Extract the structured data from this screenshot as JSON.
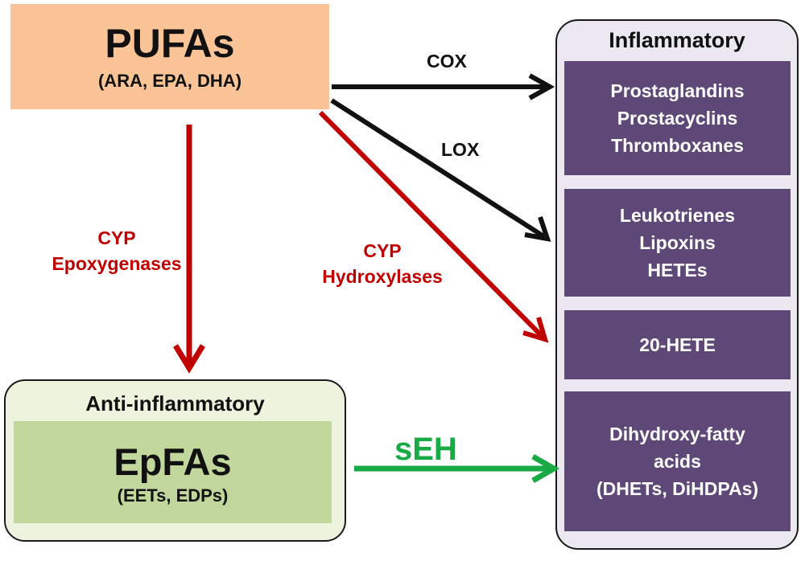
{
  "pufa": {
    "title": "PUFAs",
    "subtitle": "(ARA, EPA, DHA)"
  },
  "inflammatory": {
    "title": "Inflammatory",
    "boxes": [
      {
        "lines": [
          "Prostaglandins",
          "Prostacyclins",
          "Thromboxanes"
        ]
      },
      {
        "lines": [
          "Leukotrienes",
          "Lipoxins",
          "HETEs"
        ]
      },
      {
        "lines": [
          "20-HETE"
        ]
      },
      {
        "lines": [
          "Dihydroxy-fatty",
          "acids",
          "(DHETs, DiHDPAs)"
        ]
      }
    ]
  },
  "anti": {
    "title": "Anti-inflammatory"
  },
  "epfa": {
    "title": "EpFAs",
    "subtitle": "(EETs, EDPs)"
  },
  "pathways": {
    "cox": "COX",
    "lox": "LOX",
    "cyp_epoxygenases": [
      "CYP",
      "Epoxygenases"
    ],
    "cyp_hydroxylases": [
      "CYP",
      "Hydroxylases"
    ],
    "seh": "sEH"
  },
  "colors": {
    "pufa_box": "#fbc496",
    "inflammatory_box": "#5e4877",
    "epfa_box": "#c1d79c",
    "cyp_arrow": "#c00000",
    "seh_arrow": "#1aaa45",
    "enzyme_arrow": "#111111"
  }
}
